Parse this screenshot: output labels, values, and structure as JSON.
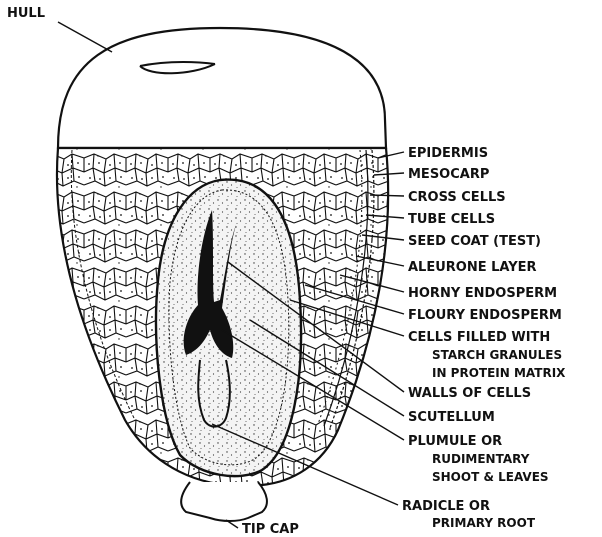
{
  "labels": {
    "hull": "HULL",
    "epidermis": "EPIDERMIS",
    "mesocarp": "MESOCARP",
    "cross_cells": "CROSS CELLS",
    "tube_cells": "TUBE CELLS",
    "seed_coat": "SEED COAT (TEST)",
    "aleurone": "ALEURONE LAYER",
    "horny_endosperm": "HORNY ENDOSPERM",
    "floury_endosperm": "FLOURY ENDOSPERM",
    "cells_filled": [
      "CELLS FILLED WITH",
      "STARCH GRANULES",
      "IN PROTEIN MATRIX"
    ],
    "walls_of_cells": "WALLS OF CELLS",
    "scutellum": "SCUTELLUM",
    "plumule": [
      "PLUMULE OR",
      "RUDIMENTARY",
      "SHOOT & LEAVES"
    ],
    "radicle": [
      "RADICLE OR",
      "PRIMARY ROOT"
    ],
    "tip_cap": "TIP CAP"
  },
  "colors": {
    "ink": "#111111",
    "paper": "#ffffff",
    "germ_fill": "#f2f2f2"
  }
}
